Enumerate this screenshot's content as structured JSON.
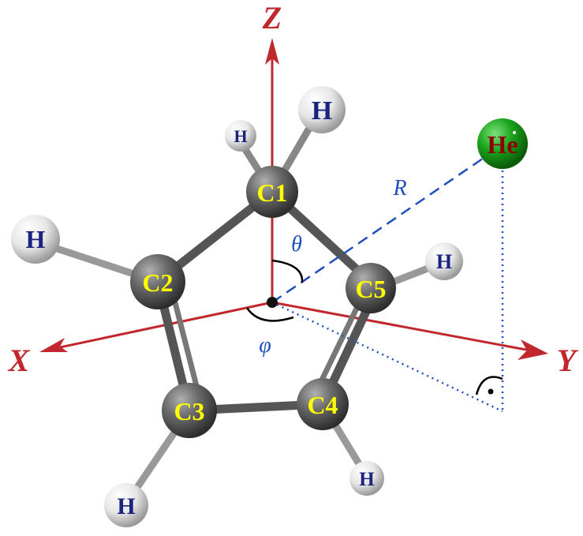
{
  "axes": {
    "z_label": "Z",
    "x_label": "X",
    "y_label": "Y",
    "color": "#c0282d"
  },
  "atoms": {
    "carbons": [
      "C1",
      "C2",
      "C3",
      "C4",
      "C5"
    ],
    "hydrogen_label": "H",
    "helium_label": "He",
    "carbon_label_color": "#ffff00",
    "hydrogen_label_color": "#1a237e",
    "helium_label_color": "#8b0000",
    "helium_color": "#1aa31a"
  },
  "parameters": {
    "distance": "R",
    "polar_angle": "θ",
    "azimuthal_angle": "φ",
    "color": "#1f4fbf"
  }
}
